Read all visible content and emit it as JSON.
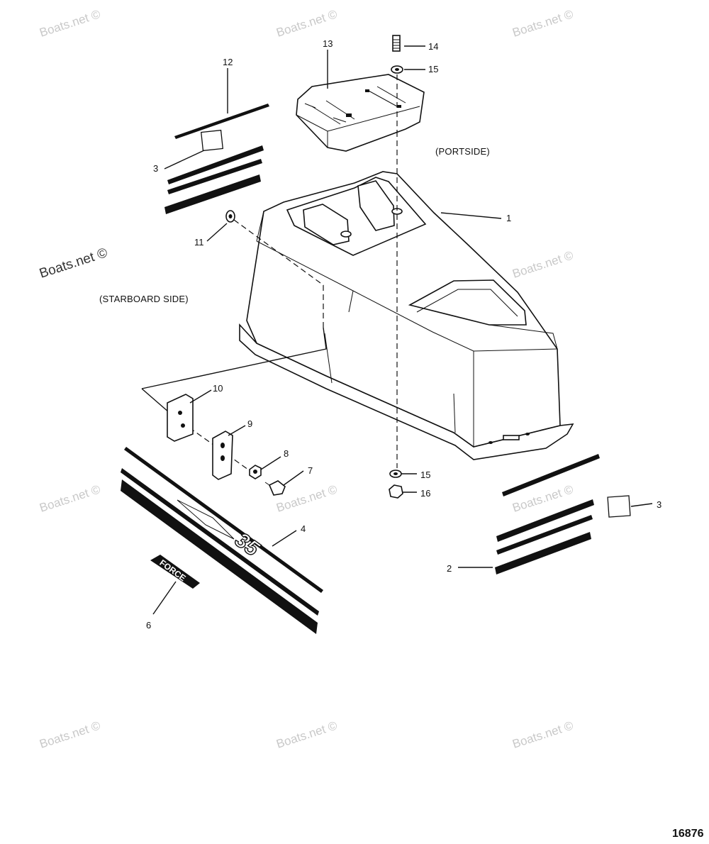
{
  "side_labels": {
    "portside": "(PORTSIDE)",
    "starboard": "(STARBOARD SIDE)"
  },
  "callouts": [
    "1",
    "2",
    "3",
    "3",
    "4",
    "6",
    "7",
    "8",
    "9",
    "10",
    "11",
    "12",
    "13",
    "14",
    "15",
    "15",
    "16"
  ],
  "decal_text": {
    "number": "35",
    "brand": "FORCE"
  },
  "watermark": "Boats.net ©",
  "figure_number": "16876"
}
